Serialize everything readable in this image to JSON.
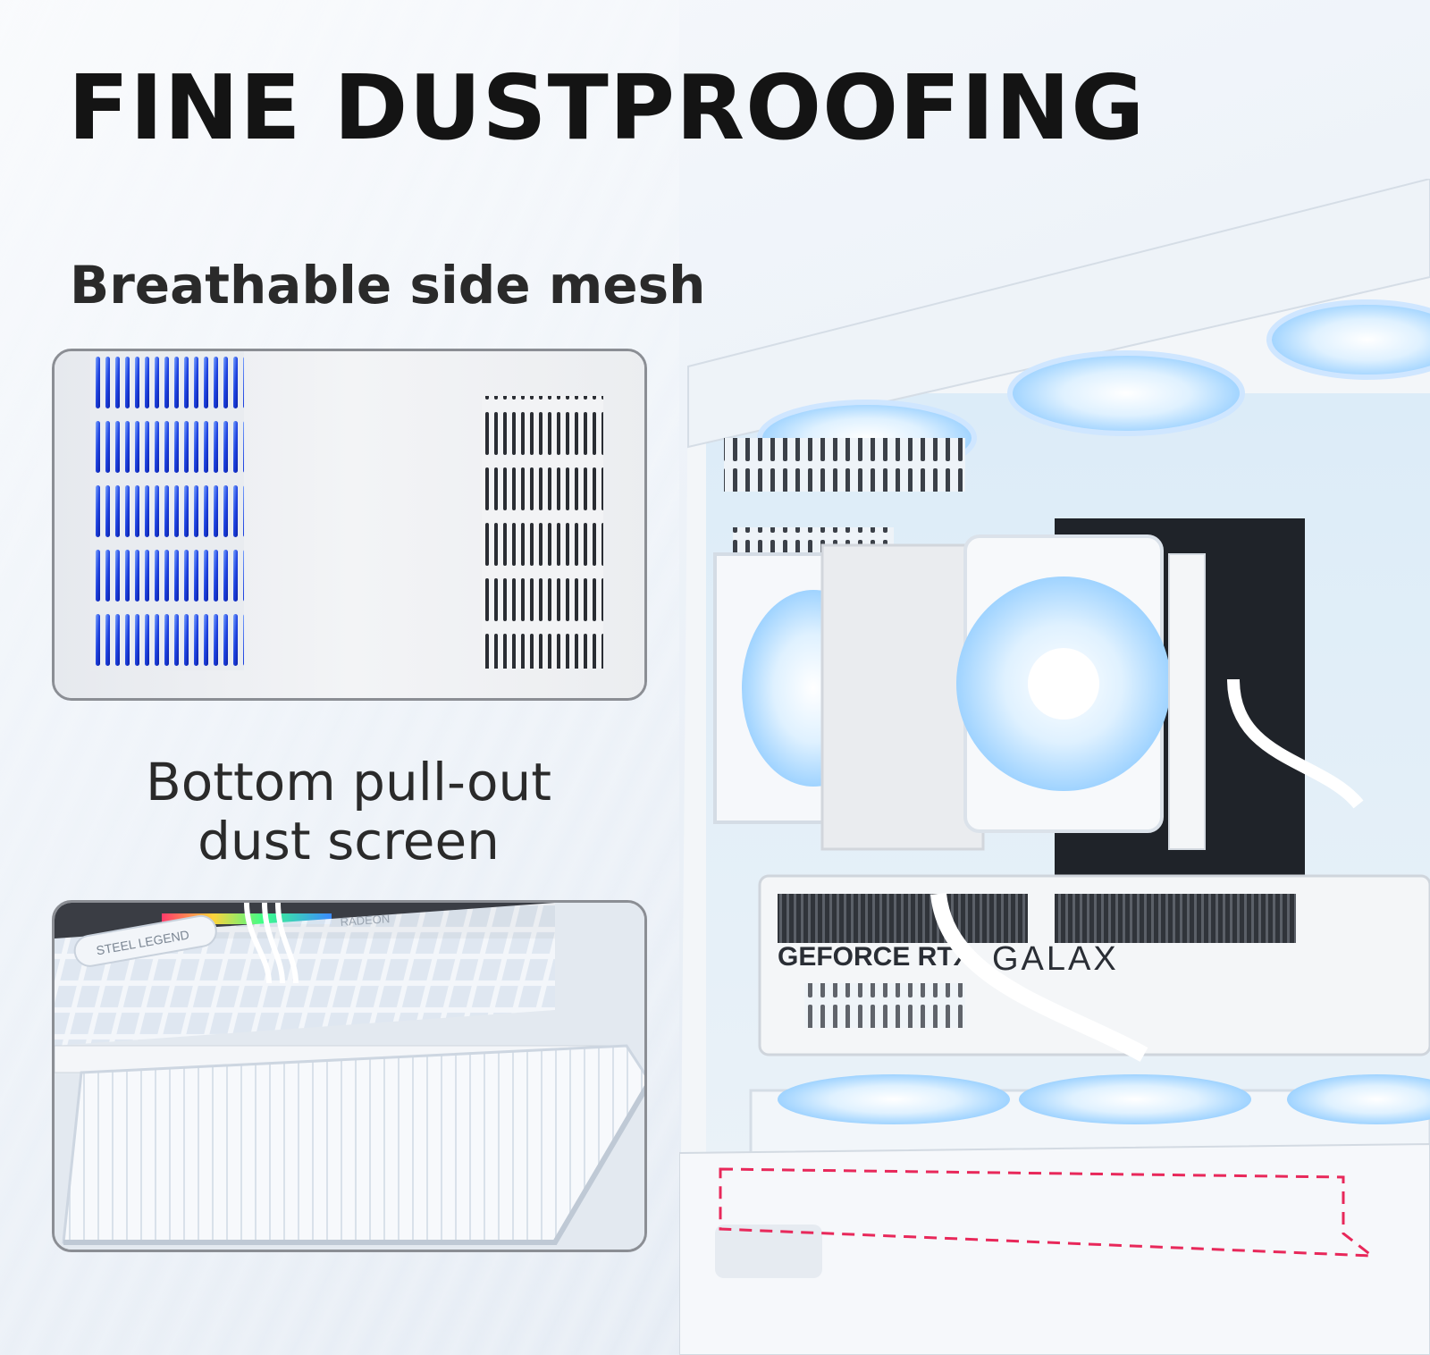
{
  "title": "FINE DUSTPROOFING",
  "features": [
    {
      "label": "Breathable side mesh"
    },
    {
      "label_line1": "Bottom pull-out",
      "label_line2": "dust screen"
    }
  ],
  "photo_labels": {
    "gpu_series": "GEFORCE RTX",
    "gpu_brand": "GALAX",
    "gpu_tag": "STEEL LEGEND",
    "radeon": "RADEON"
  },
  "colors": {
    "highlight": "#e8285a",
    "panel_border": "#8b8e94",
    "fan_glow": "#bfe4ff"
  }
}
